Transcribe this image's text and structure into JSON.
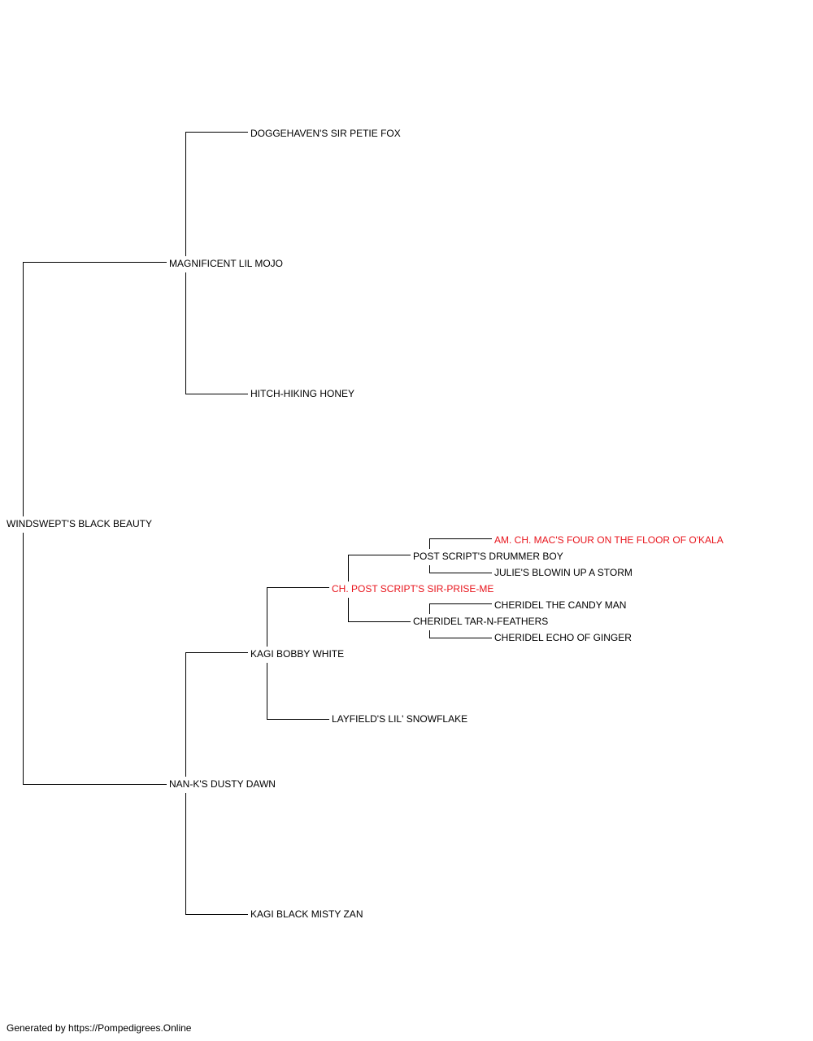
{
  "dogs": {
    "root": {
      "name": "WINDSWEPT'S BLACK BEAUTY",
      "champion": false
    },
    "sire": {
      "name": "MAGNIFICENT LIL MOJO",
      "champion": false
    },
    "dam": {
      "name": "NAN-K'S DUSTY DAWN",
      "champion": false
    },
    "sire_sire": {
      "name": "DOGGEHAVEN'S SIR PETIE FOX",
      "champion": false
    },
    "sire_dam": {
      "name": "HITCH-HIKING HONEY",
      "champion": false
    },
    "dam_sire": {
      "name": "KAGI BOBBY WHITE",
      "champion": false
    },
    "dam_dam": {
      "name": "KAGI BLACK MISTY ZAN",
      "champion": false
    },
    "dam_sire_sire": {
      "name": "CH. POST SCRIPT'S SIR-PRISE-ME",
      "champion": true
    },
    "dam_sire_dam": {
      "name": "LAYFIELD'S LIL' SNOWFLAKE",
      "champion": false
    },
    "dss_sire": {
      "name": "POST SCRIPT'S DRUMMER BOY",
      "champion": false
    },
    "dss_dam": {
      "name": "CHERIDEL TAR-N-FEATHERS",
      "champion": false
    },
    "dss_sire_sire": {
      "name": "AM. CH. MAC'S FOUR ON THE FLOOR OF O'KALA",
      "champion": true
    },
    "dss_sire_dam": {
      "name": "JULIE'S BLOWIN UP A STORM",
      "champion": false
    },
    "dss_dam_sire": {
      "name": "CHERIDEL THE CANDY MAN",
      "champion": false
    },
    "dss_dam_dam": {
      "name": "CHERIDEL ECHO OF GINGER",
      "champion": false
    }
  },
  "colors": {
    "line": "#000000",
    "champion": "#e8141c",
    "text": "#000000"
  },
  "footer": "Generated by https://Pompedigrees.Online"
}
